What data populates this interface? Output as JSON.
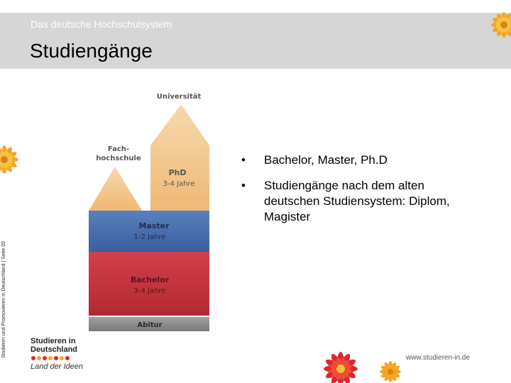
{
  "slide": {
    "supertitle": "Das deutsche Hochschulsystem",
    "title": "Studiengänge",
    "vertical_label": "Studieren und Promovieren in Deutschland | Seite 20"
  },
  "bullets": [
    "Bachelor, Master, Ph.D",
    "Studiengänge nach dem alten deutschen Studiensystem: Diplom, Magister"
  ],
  "diagram": {
    "universitaet": "Universität",
    "fachhochschule": [
      "Fach-",
      "hochschule"
    ],
    "phd": "PhD",
    "phd_years": "3-4 Jahre",
    "master": "Master",
    "master_years": "1-2 Jahre",
    "bachelor": "Bachelor",
    "bachelor_years": "3-4 Jahre",
    "abitur": "Abitur"
  },
  "logo": {
    "line1": "Studieren in",
    "line2": "Deutschland",
    "line3": "Land der Ideen"
  },
  "url": "www.studieren-in.de",
  "colors": {
    "header_bg": "#d6d6d6",
    "bachelor_red": "#c9343c",
    "master_blue": "#3f64a6",
    "phd_tan": "#f2c68e",
    "abitur_gray": "#8c8c8c"
  }
}
